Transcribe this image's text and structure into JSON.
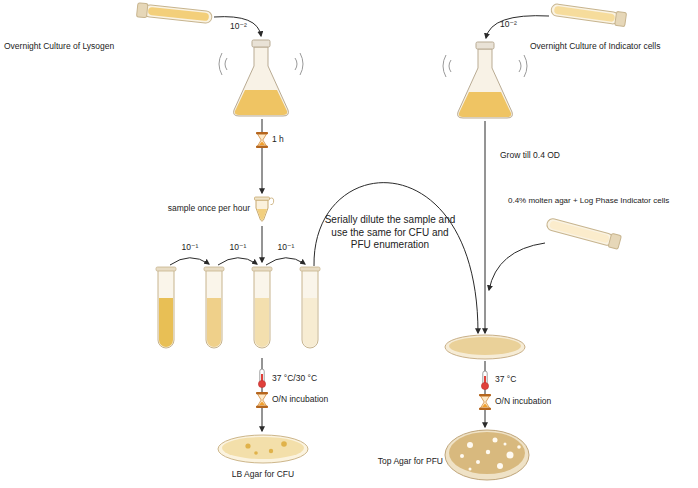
{
  "diagram": {
    "labels": [
      "Overnight Culture of Lysogen",
      "10⁻²",
      "1 h",
      "sample once per hour",
      "10⁻¹",
      "10⁻¹",
      "10⁻¹",
      "37 °C/30 °C",
      "O/N incubation",
      "LB Agar for CFU",
      "10⁻²",
      "Overnight Culture of Indicator cells",
      "Grow till 0.4 OD",
      "0.4% molten agar + Log Phase Indicator cells",
      "Serially dilute the sample and use the same for CFU and PFU enumeration",
      "37 °C",
      "O/N incubation",
      "Top Agar for PFU"
    ]
  }
}
